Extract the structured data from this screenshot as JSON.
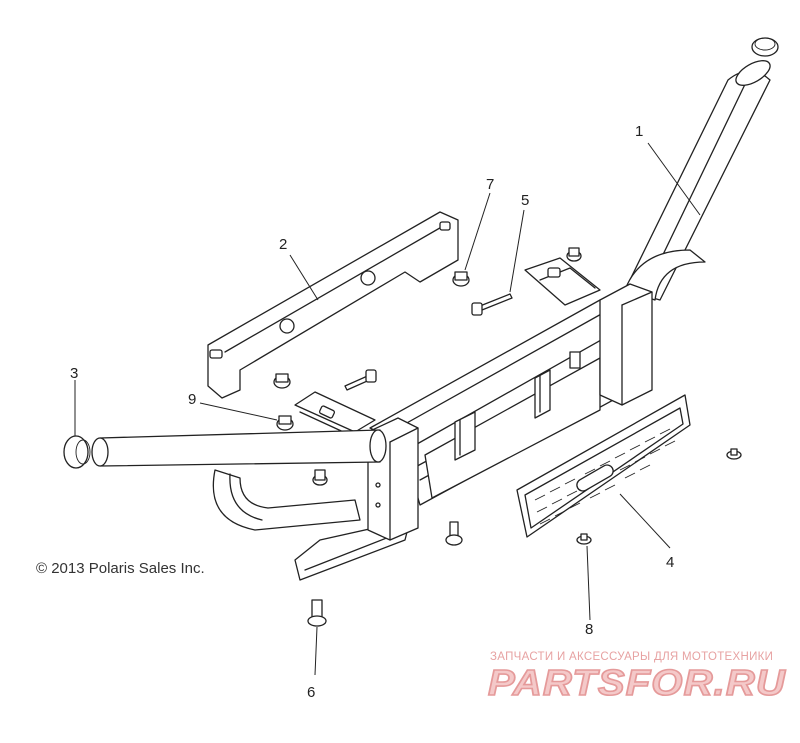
{
  "diagram": {
    "callouts": [
      "1",
      "2",
      "3",
      "4",
      "5",
      "6",
      "7",
      "8",
      "9"
    ],
    "copyright": "© 2013 Polaris Sales Inc.",
    "watermark": {
      "tagline": "ЗАПЧАСТИ И АКСЕССУАРЫ ДЛЯ МОТОТЕХНИКИ",
      "brand": "PARTSFOR.RU"
    }
  }
}
